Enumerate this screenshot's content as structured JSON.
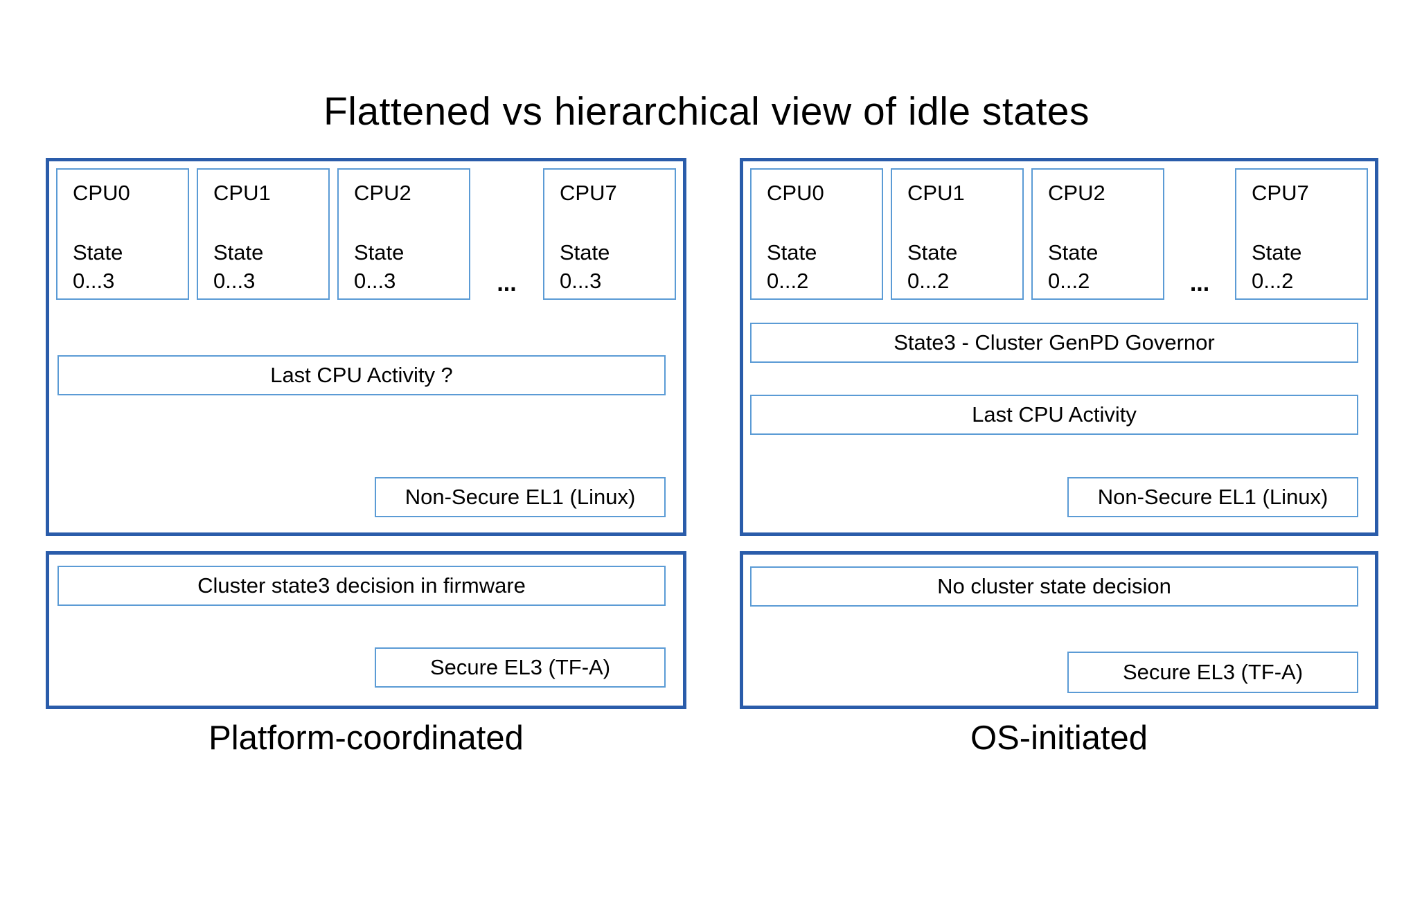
{
  "title": "Flattened vs hierarchical view of idle states",
  "colors": {
    "outer_border": "#2a5caa",
    "inner_border": "#5b9bd5",
    "text": "#000000",
    "background": "#ffffff"
  },
  "left_panel": {
    "caption": "Platform-coordinated",
    "nonsecure": {
      "cpus": [
        {
          "name": "CPU0",
          "state": "State\n0...3"
        },
        {
          "name": "CPU1",
          "state": "State\n0...3"
        },
        {
          "name": "CPU2",
          "state": "State\n0...3"
        },
        {
          "name": "CPU7",
          "state": "State\n0...3"
        }
      ],
      "ellipsis": "...",
      "activity": "Last CPU Activity ?",
      "footer": "Non-Secure EL1 (Linux)"
    },
    "secure": {
      "decision": "Cluster state3 decision in firmware",
      "footer": "Secure EL3 (TF-A)"
    }
  },
  "right_panel": {
    "caption": "OS-initiated",
    "nonsecure": {
      "cpus": [
        {
          "name": "CPU0",
          "state": "State\n0...2"
        },
        {
          "name": "CPU1",
          "state": "State\n0...2"
        },
        {
          "name": "CPU2",
          "state": "State\n0...2"
        },
        {
          "name": "CPU7",
          "state": "State\n0...2"
        }
      ],
      "ellipsis": "...",
      "governor": "State3 - Cluster GenPD Governor",
      "activity": "Last CPU Activity",
      "footer": "Non-Secure EL1 (Linux)"
    },
    "secure": {
      "decision": "No cluster state decision",
      "footer": "Secure EL3 (TF-A)"
    }
  }
}
